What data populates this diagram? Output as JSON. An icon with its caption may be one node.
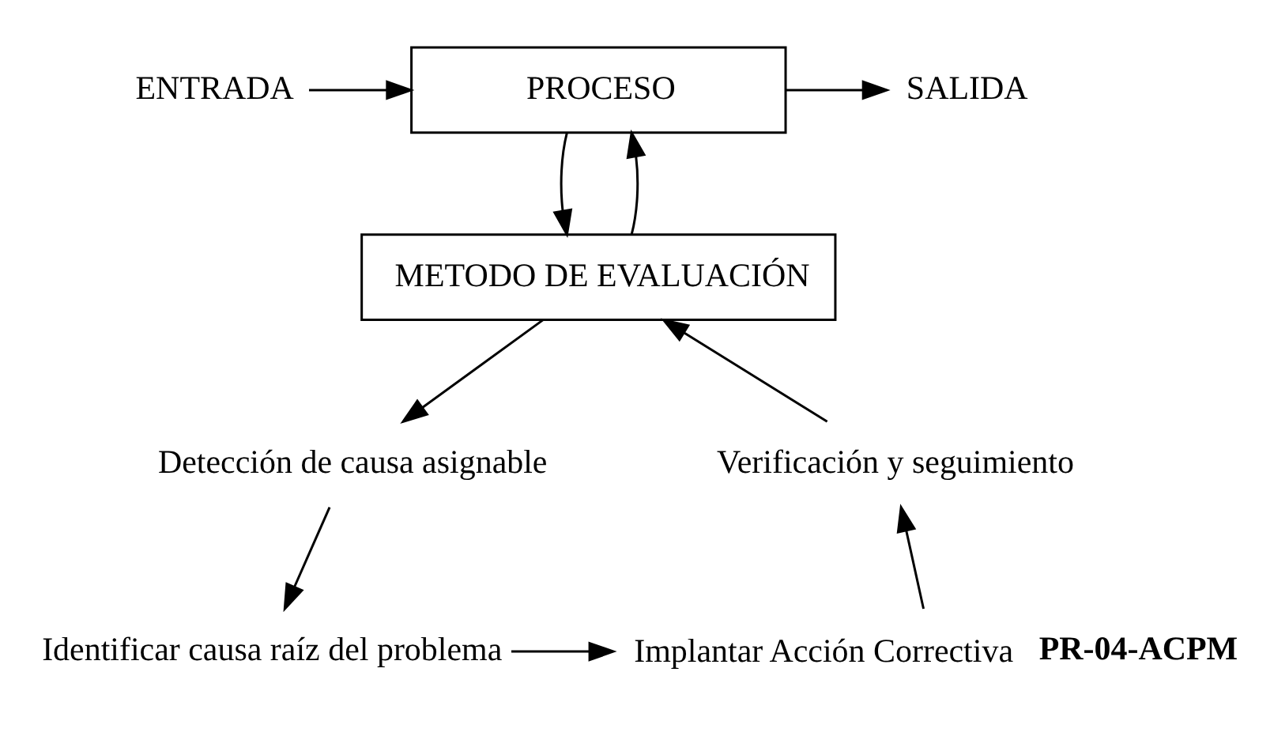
{
  "diagram": {
    "nodes": [
      {
        "text": [
          "ENTRADA"
        ]
      },
      {
        "text": [
          "PROCESO"
        ]
      },
      {
        "text": [
          "SALIDA"
        ]
      },
      {
        "text": [
          "METODO DE EVALUACIÓN"
        ]
      },
      {
        "text": [
          "Verificación y seguimiento"
        ]
      },
      {
        "text": [
          "Detección de causa asignable"
        ]
      },
      {
        "text": [
          "Implantar Acción Correctiva **PR-04-ACPM**"
        ]
      },
      {
        "text": [
          "Identificar causa raíz del problema"
        ]
      }
    ],
    "edges": [
      {
        "from": 0,
        "to": 1,
        "arrow": "to"
      },
      {
        "from": 1,
        "to": 2,
        "arrow": "to"
      },
      {
        "from": 1,
        "to": 3,
        "arrow": "to"
      },
      {
        "from": 3,
        "to": 1,
        "arrow": "to"
      },
      {
        "from": 3,
        "to": 5,
        "arrow": "to"
      },
      {
        "from": 5,
        "to": 7,
        "arrow": "to"
      },
      {
        "from": 7,
        "to": 6,
        "arrow": "to"
      },
      {
        "from": 6,
        "to": 4,
        "arrow": "to"
      },
      {
        "from": 4,
        "to": 3,
        "arrow": "to"
      }
    ]
  }
}
